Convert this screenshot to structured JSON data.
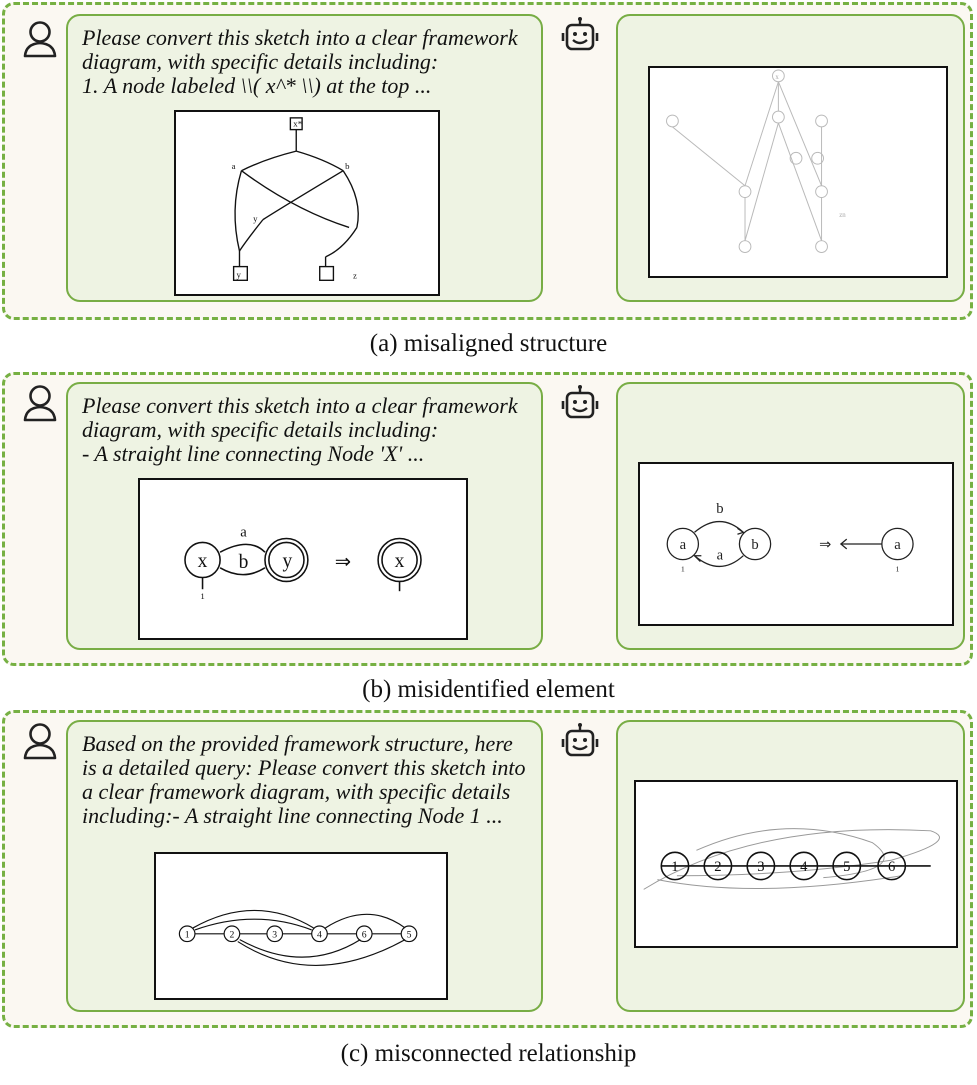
{
  "panels": [
    {
      "id": "a",
      "prompt": "Please convert this sketch into a clear framework\ndiagram, with specific details including:\n1. A node labeled \\\\( x^* \\\\) at the top ...",
      "caption": "(a) misaligned structure",
      "user_sketch_labels": [
        "x*",
        "a",
        "b",
        "y",
        "y",
        "z"
      ],
      "output_labels": [
        "x",
        "zn"
      ]
    },
    {
      "id": "b",
      "prompt": "Please convert this sketch into a clear framework\ndiagram, with specific details including:\n- A straight line connecting Node 'X' ...",
      "caption": "(b) misidentified element",
      "user_sketch_labels": [
        "x",
        "a",
        "b",
        "y",
        "⇒",
        "x",
        "1"
      ],
      "output_labels": [
        "a",
        "b",
        "b",
        "a",
        "⇒",
        "a",
        "1",
        "1"
      ]
    },
    {
      "id": "c",
      "prompt": "Based on the provided framework structure, here\nis a detailed query: Please convert this sketch into\na clear framework diagram, with specific details\nincluding:- A straight line connecting Node 1 ...",
      "caption": "(c) misconnected relationship",
      "user_sketch_labels": [
        "1",
        "2",
        "3",
        "4",
        "6",
        "5"
      ],
      "output_labels": [
        "1",
        "2",
        "3",
        "4",
        "5",
        "6"
      ]
    }
  ],
  "icons": {
    "user": "user-icon",
    "bot": "robot-icon"
  },
  "colors": {
    "border": "#76b043",
    "card_fill": "#eef3e3",
    "section_fill": "#fbf8f2"
  }
}
